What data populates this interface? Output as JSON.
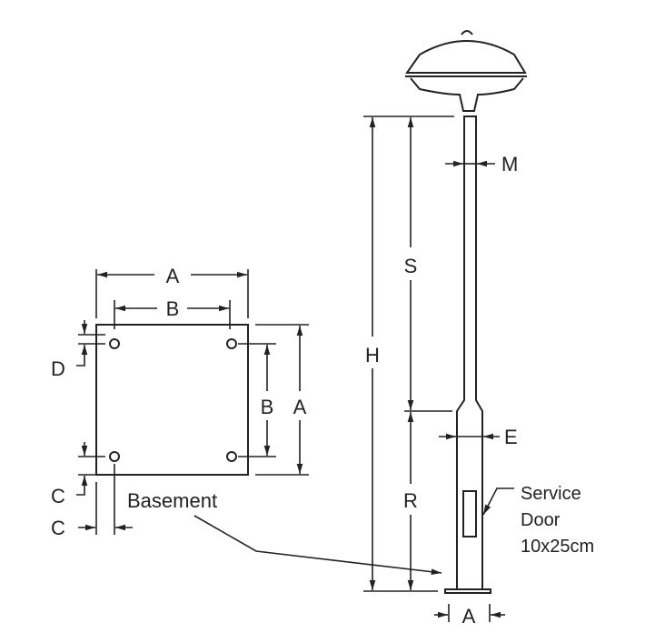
{
  "basement": {
    "title": "Basement",
    "dim_top_outer": "A",
    "dim_top_inner": "B",
    "dim_right_inner": "B",
    "dim_right_outer": "A",
    "dim_left_top": "D",
    "dim_left_bottom": "C",
    "dim_bottom": "C"
  },
  "pole": {
    "height": "H",
    "upper_section": "S",
    "lower_section": "R",
    "upper_diameter": "M",
    "lower_diameter": "E",
    "base_width": "A",
    "service_door_line1": "Service",
    "service_door_line2": "Door",
    "service_door_size": "10x25cm"
  }
}
